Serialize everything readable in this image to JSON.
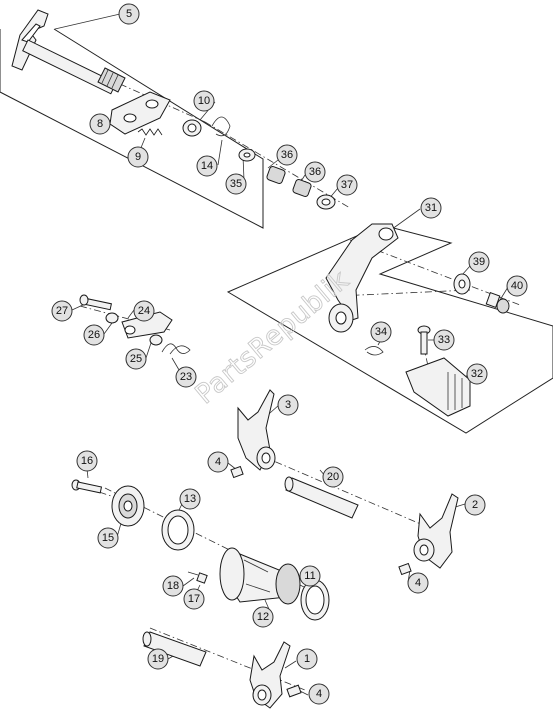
{
  "watermark": "PartsRepublik",
  "callouts": [
    {
      "id": "c5",
      "label": "5"
    },
    {
      "id": "c10",
      "label": "10"
    },
    {
      "id": "c8",
      "label": "8"
    },
    {
      "id": "c9",
      "label": "9"
    },
    {
      "id": "c14",
      "label": "14"
    },
    {
      "id": "c35",
      "label": "35"
    },
    {
      "id": "c36a",
      "label": "36"
    },
    {
      "id": "c36b",
      "label": "36"
    },
    {
      "id": "c37",
      "label": "37"
    },
    {
      "id": "c31",
      "label": "31"
    },
    {
      "id": "c39",
      "label": "39"
    },
    {
      "id": "c40",
      "label": "40"
    },
    {
      "id": "c34",
      "label": "34"
    },
    {
      "id": "c33",
      "label": "33"
    },
    {
      "id": "c32",
      "label": "32"
    },
    {
      "id": "c27",
      "label": "27"
    },
    {
      "id": "c24",
      "label": "24"
    },
    {
      "id": "c26",
      "label": "26"
    },
    {
      "id": "c25",
      "label": "25"
    },
    {
      "id": "c23",
      "label": "23"
    },
    {
      "id": "c3",
      "label": "3"
    },
    {
      "id": "c4a",
      "label": "4"
    },
    {
      "id": "c20",
      "label": "20"
    },
    {
      "id": "c2",
      "label": "2"
    },
    {
      "id": "c16",
      "label": "16"
    },
    {
      "id": "c13",
      "label": "13"
    },
    {
      "id": "c15",
      "label": "15"
    },
    {
      "id": "c4b",
      "label": "4"
    },
    {
      "id": "c11",
      "label": "11"
    },
    {
      "id": "c18",
      "label": "18"
    },
    {
      "id": "c17",
      "label": "17"
    },
    {
      "id": "c12",
      "label": "12"
    },
    {
      "id": "c19",
      "label": "19"
    },
    {
      "id": "c1",
      "label": "1"
    },
    {
      "id": "c4c",
      "label": "4"
    }
  ]
}
